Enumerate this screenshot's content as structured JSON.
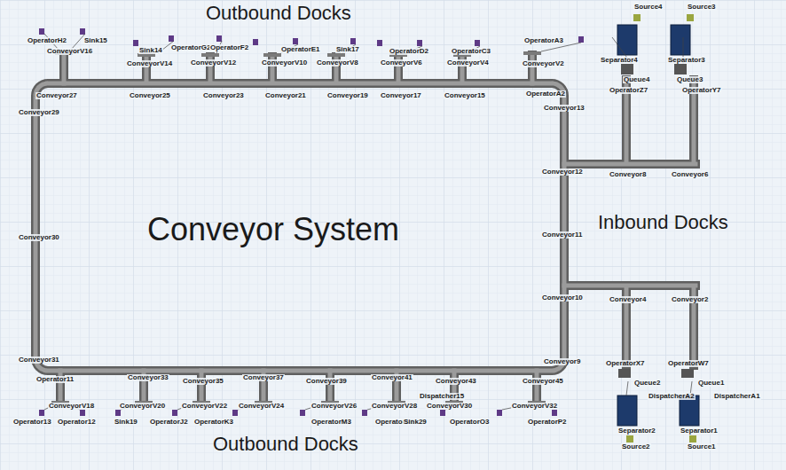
{
  "diagram": {
    "labels": [
      "Outbound Docks",
      "OperatorH2",
      "Sink15",
      "ConveyorV16",
      "Sink14",
      "OperatorG2",
      "ConveyorV14",
      "OperatorF2",
      "ConveyorV12",
      "OperatorE1",
      "Sink17",
      "ConveyorV10",
      "ConveyorV8",
      "OperatorD2",
      "ConveyorV6",
      "OperatorC3",
      "ConveyorV4",
      "OperatorA3",
      "ConveyorV2",
      "Conveyor27",
      "Conveyor25",
      "Conveyor23",
      "Conveyor21",
      "Conveyor19",
      "Conveyor17",
      "Conveyor15",
      "OperatorA2",
      "Conveyor29",
      "Conveyor13",
      "Source4",
      "Source3",
      "Separator4",
      "Separator3",
      "Queue4",
      "Queue3",
      "OperatorZ7",
      "OperatorY7",
      "Conveyor12",
      "Conveyor8",
      "Conveyor6",
      "Conveyor System",
      "Inbound Docks",
      "Conveyor11",
      "Conveyor30",
      "Conveyor10",
      "Conveyor4",
      "Conveyor2",
      "Conveyor31",
      "Conveyor9",
      "OperatorX7",
      "OperatorW7",
      "Operator11",
      "Conveyor33",
      "Conveyor35",
      "Conveyor37",
      "Conveyor39",
      "Conveyor41",
      "Conveyor43",
      "Conveyor45",
      "Queue2",
      "Queue1",
      "Dispatcher15",
      "DispatcherA2",
      "DispatcherA1",
      "ConveyorV18",
      "ConveyorV20",
      "ConveyorV22",
      "ConveyorV24",
      "ConveyorV26",
      "ConveyorV28",
      "ConveyorV30",
      "ConveyorV32",
      "Operator13",
      "Operator12",
      "Sink19",
      "OperatorJ2",
      "OperatorK3",
      "OperatorM3",
      "OperatorN2",
      "Sink29",
      "OperatorO3",
      "OperatorP2",
      "Separator2",
      "Separator1",
      "Source2",
      "Source1",
      "Outbound Docks"
    ]
  }
}
